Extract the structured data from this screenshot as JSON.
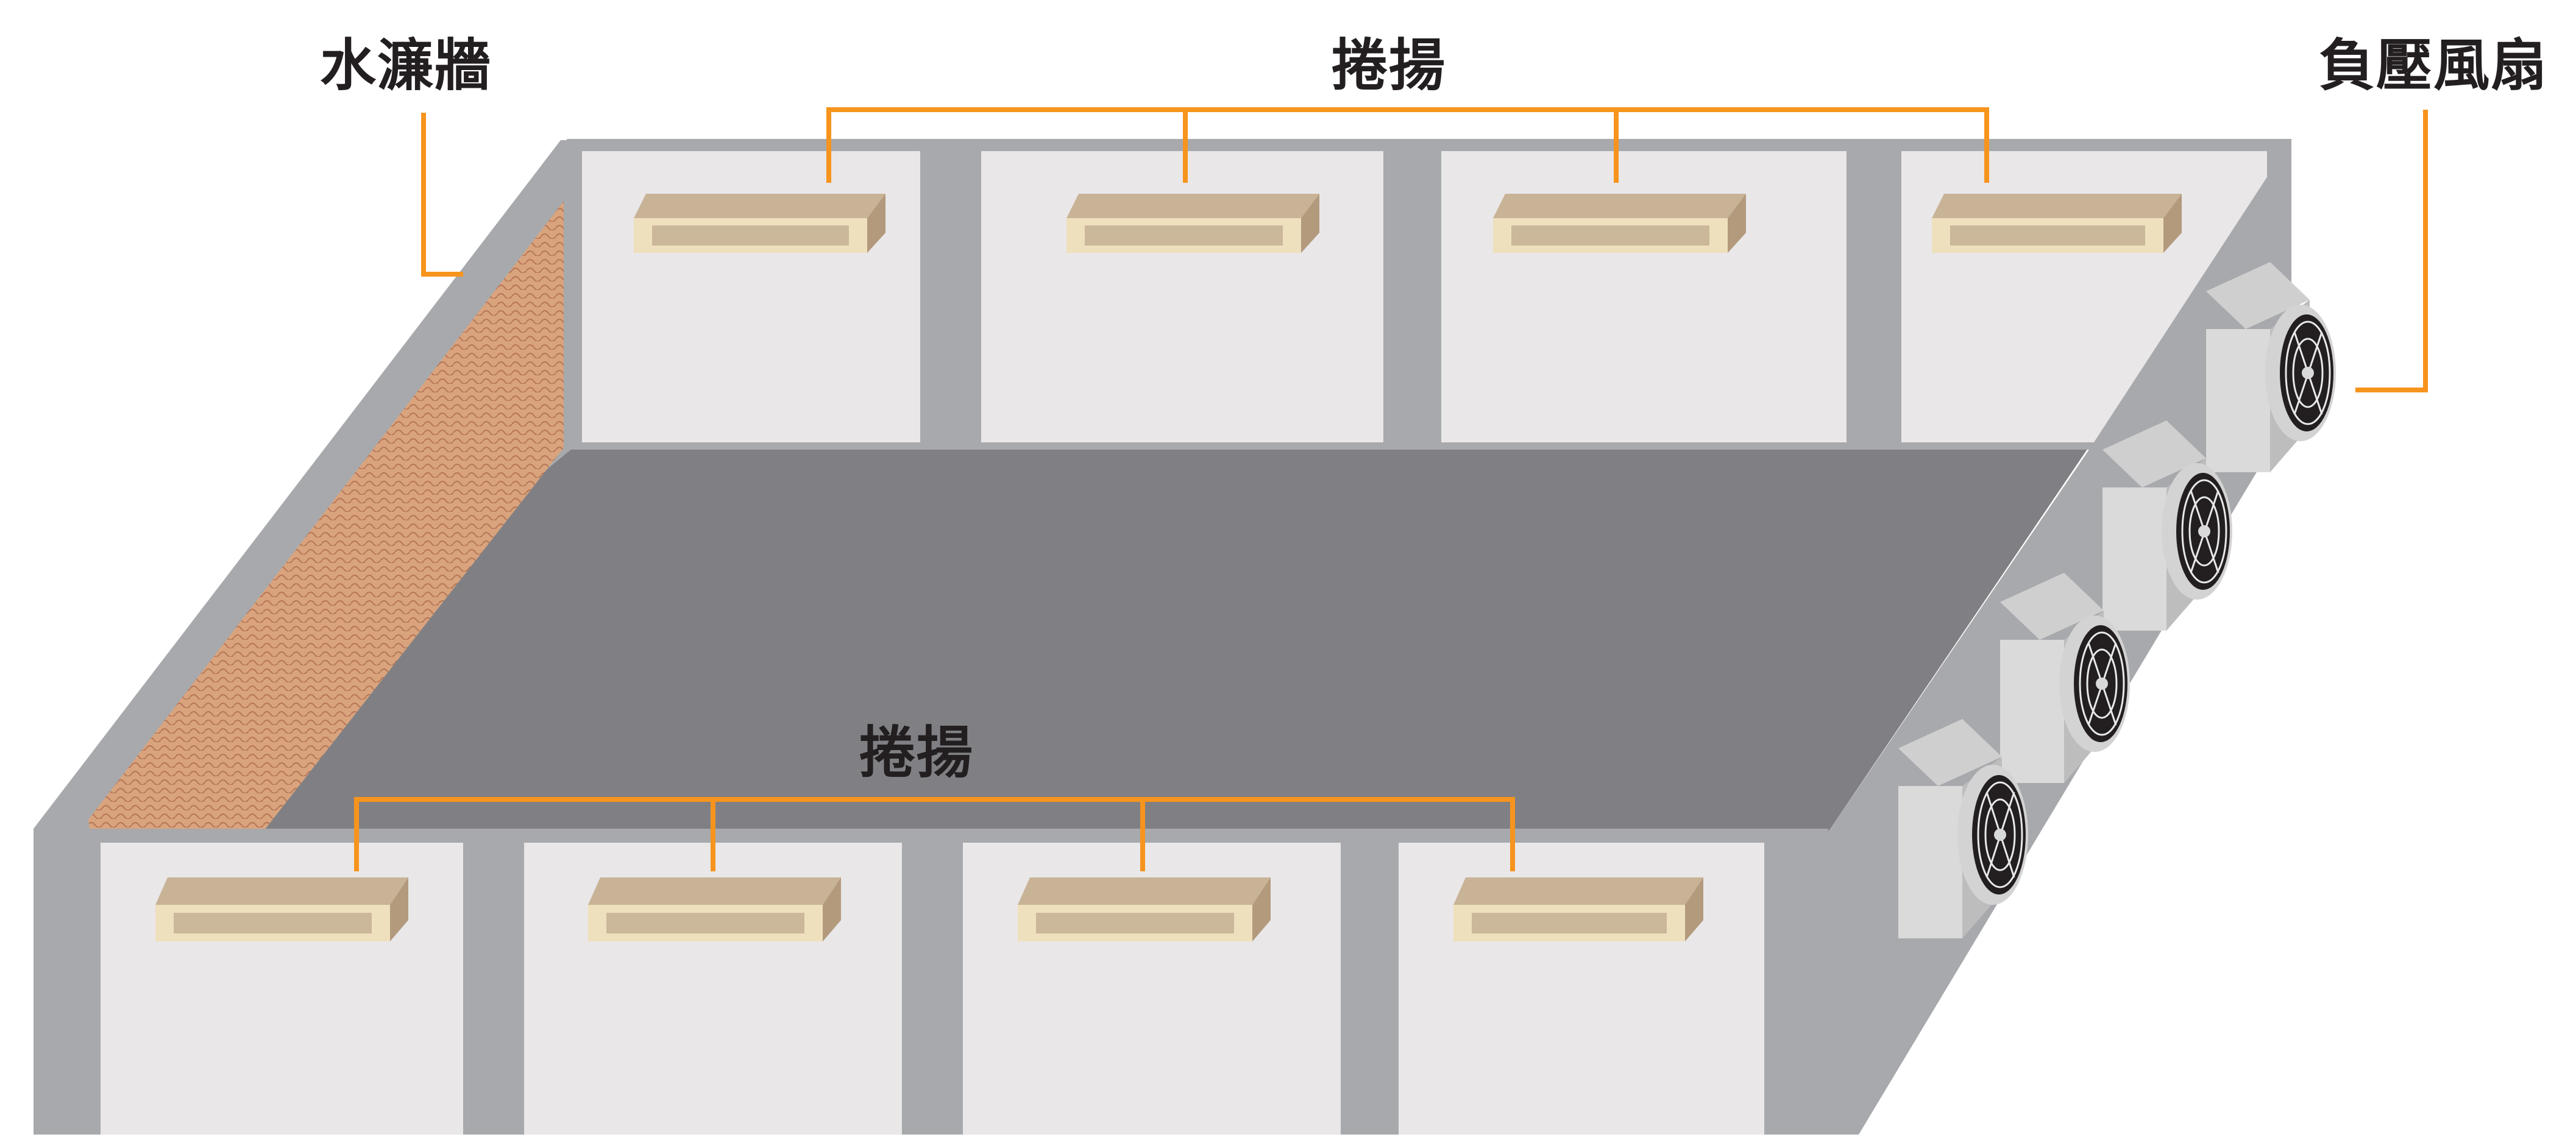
{
  "labels": {
    "water_wall": "水濂牆",
    "curtain_top": "捲揚",
    "curtain_bottom": "捲揚",
    "exhaust_fan": "負壓風扇"
  },
  "colors": {
    "leader_line": "#f7941d",
    "floor": "#808084",
    "wall_frame": "#a7a9ac",
    "wall_panel": "#e9e7e8",
    "curtain_roll": "#efe0bd",
    "water_wall_pad": "#d7a57f",
    "fan_housing": "#d9d9da"
  },
  "icons": {
    "fan": "exhaust-fan-icon",
    "curtain_roll": "curtain-roll-icon",
    "cooling_pad": "cooling-pad-icon"
  }
}
